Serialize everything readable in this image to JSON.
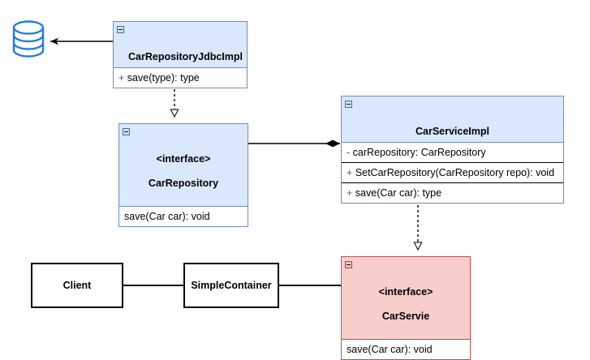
{
  "diagram": {
    "title": "UML class diagram",
    "background": "#ffffff",
    "colors": {
      "class_fill": "#dae8fc",
      "class_stroke": "#6c8ebf",
      "interface_fill": "#f8cecc",
      "interface_stroke": "#b85450",
      "plain_stroke": "#000000",
      "database_stroke": "#1f7ce0",
      "public_marker": "#8b2fa0",
      "private_marker": "#a03030"
    }
  },
  "nodes": {
    "database": {
      "name": "database-cylinder",
      "shape": "cylinder",
      "label": ""
    },
    "car_repository_jdbc_impl": {
      "title": "CarRepositoryJdbcImpl",
      "stereotype": "",
      "collapse_icon": "minus-box-icon",
      "members": [
        {
          "visibility": "+",
          "text": "save(type): type"
        }
      ]
    },
    "car_repository": {
      "stereotype": "<interface>",
      "title": "CarRepository",
      "collapse_icon": "minus-box-icon",
      "members": [
        {
          "visibility": "",
          "text": "save(Car car): void"
        }
      ]
    },
    "car_service_impl": {
      "title": "CarServiceImpl",
      "stereotype": "",
      "collapse_icon": "minus-box-icon",
      "members": [
        {
          "visibility": "-",
          "text": "carRepository: CarRepository"
        },
        {
          "visibility": "+",
          "text": "SetCarRepository(CarRepository repo): void"
        },
        {
          "visibility": "+",
          "text": "save(Car car): type"
        }
      ]
    },
    "car_servie": {
      "stereotype": "<interface>",
      "title": "CarServie",
      "collapse_icon": "minus-box-icon",
      "members": [
        {
          "visibility": "",
          "text": "save(Car car): void"
        }
      ]
    },
    "client": {
      "title": "Client"
    },
    "simple_container": {
      "title": "SimpleContainer"
    }
  },
  "edges": [
    {
      "name": "edge-jdbcimpl-to-database",
      "from": "car_repository_jdbc_impl",
      "to": "database",
      "style": "solid",
      "arrow": "filled-arrow",
      "label": ""
    },
    {
      "name": "edge-jdbcimpl-realizes-carrepository",
      "from": "car_repository_jdbc_impl",
      "to": "car_repository",
      "style": "dashed",
      "arrow": "hollow-triangle",
      "label": ""
    },
    {
      "name": "edge-carserviceimpl-composition-carrepository",
      "from": "car_repository",
      "to": "car_service_impl",
      "style": "solid",
      "arrow": "filled-diamond",
      "label": ""
    },
    {
      "name": "edge-carserviceimpl-realizes-carservie",
      "from": "car_service_impl",
      "to": "car_servie",
      "style": "dashed",
      "arrow": "hollow-triangle",
      "label": ""
    },
    {
      "name": "edge-client-to-simplecontainer",
      "from": "client",
      "to": "simple_container",
      "style": "solid",
      "arrow": "none",
      "label": ""
    },
    {
      "name": "edge-simplecontainer-to-carservie",
      "from": "simple_container",
      "to": "car_servie",
      "style": "solid",
      "arrow": "none",
      "label": ""
    }
  ]
}
